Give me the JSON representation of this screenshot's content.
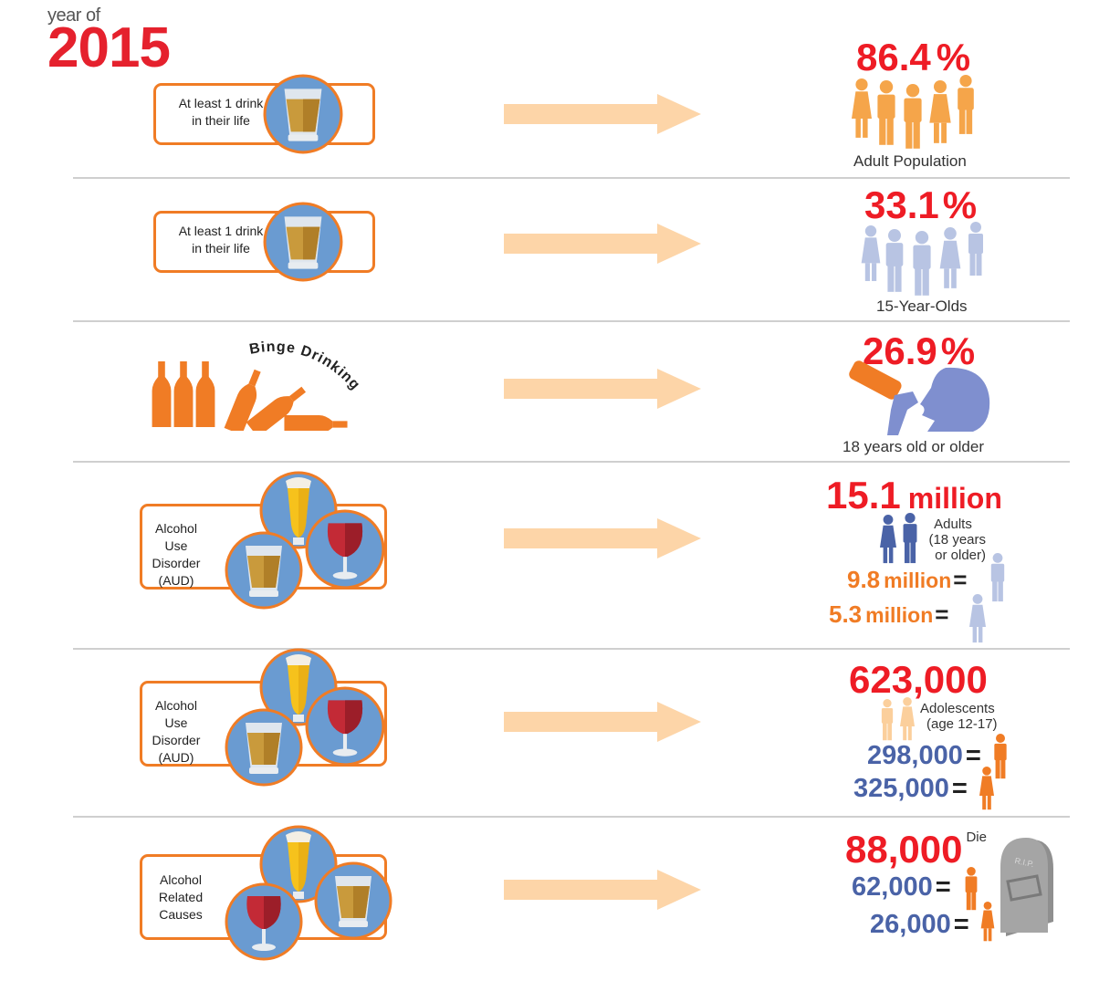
{
  "header": {
    "year_of": "year of",
    "year": "2015"
  },
  "rows": [
    {
      "label": "At least 1 drink in their life",
      "label_lines": [
        "At least 1 drink",
        "in their life"
      ],
      "value": "86.4",
      "unit": "%",
      "caption": "Adult Population"
    },
    {
      "label_lines": [
        "At least 1 drink",
        "in their life"
      ],
      "value": "33.1",
      "unit": "%",
      "caption": "15-Year-Olds"
    },
    {
      "label": "Binge Drinking",
      "value": "26.9",
      "unit": "%",
      "caption": "18 years old or older"
    },
    {
      "label_lines": [
        "Alcohol Use",
        "Disorder",
        "(AUD)"
      ],
      "value": "15.1",
      "unit": "million",
      "group_lines": [
        "Adults",
        "(18 years",
        "or older)"
      ],
      "male": {
        "value": "9.8",
        "unit": "million",
        "eq": "="
      },
      "female": {
        "value": "5.3",
        "unit": "million",
        "eq": "="
      }
    },
    {
      "label_lines": [
        "Alcohol Use",
        "Disorder",
        "(AUD)"
      ],
      "value": "623,000",
      "group_lines": [
        "Adolescents",
        "(age 12-17)"
      ],
      "male": {
        "value": "298,000",
        "eq": "="
      },
      "female": {
        "value": "325,000",
        "eq": "="
      }
    },
    {
      "label_lines": [
        "Alcohol",
        "Related",
        "Causes"
      ],
      "value": "88,000",
      "suffix": "Die",
      "male": {
        "value": "62,000",
        "eq": "="
      },
      "female": {
        "value": "26,000",
        "eq": "="
      },
      "tombstone_text": "R.I.P."
    }
  ],
  "colors": {
    "accent_red": "#ee1c25",
    "orange": "#f07c25",
    "blue": "#4a63a7",
    "adult_icon": "#f5a54a",
    "teen_icon": "#b8c4e3",
    "arrow": "#fdd5a8",
    "circle": "#6a9bd1",
    "divider": "#cfcfcf"
  },
  "icons": [
    "glass-icon",
    "beer-icon",
    "wine-icon",
    "bottle-icon",
    "person-icon",
    "head-icon",
    "tombstone-icon"
  ]
}
